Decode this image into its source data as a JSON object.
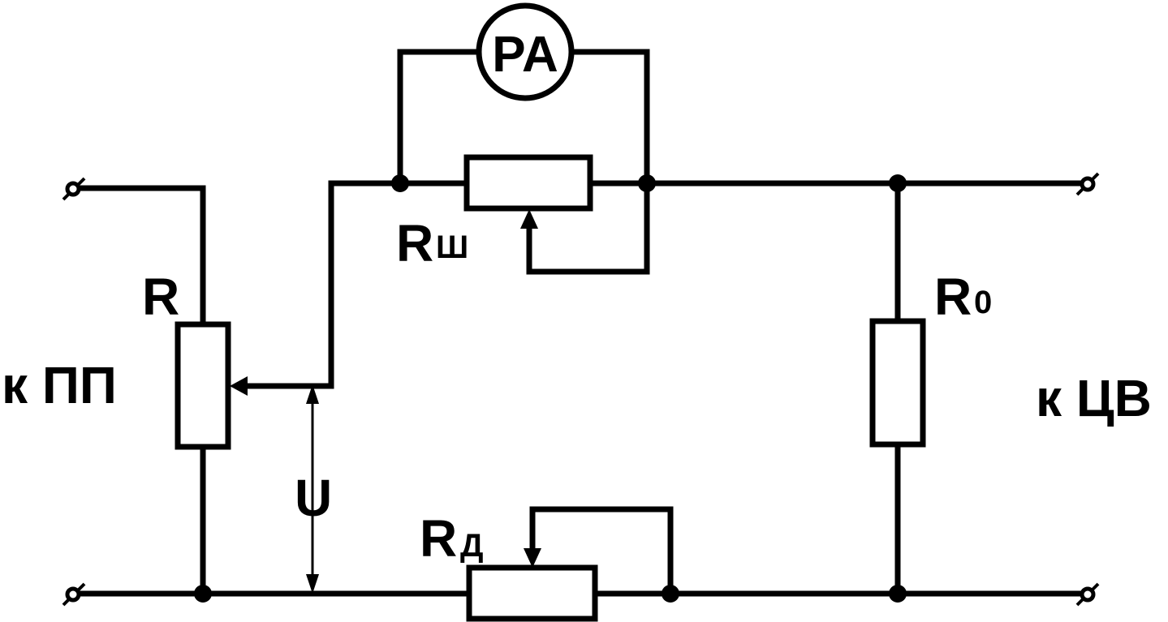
{
  "diagram": {
    "ammeter_label": "PA",
    "labels": {
      "r": "R",
      "r_shunt_main": "R",
      "r_shunt_sub": "Ш",
      "r_add_main": "R",
      "r_add_sub": "Д",
      "r0_main": "R",
      "r0_sub": "0",
      "voltage": "U",
      "left_side": "к ПП",
      "right_side": "к ЦВ"
    },
    "colors": {
      "line": "#000000",
      "background": "#ffffff"
    }
  }
}
